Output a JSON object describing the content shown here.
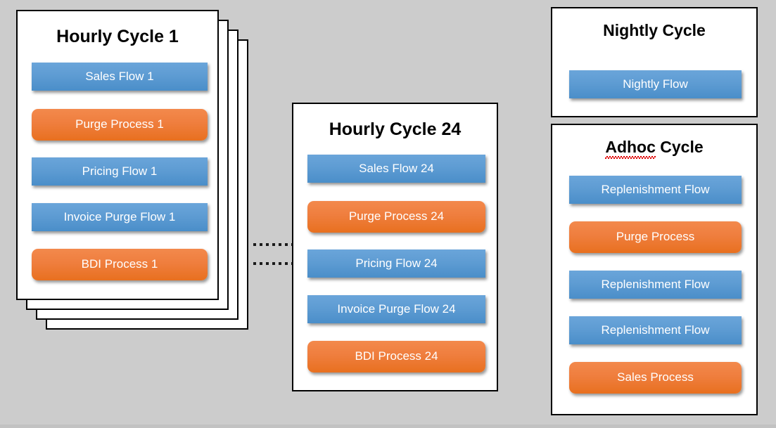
{
  "background_color": "#cccccc",
  "palette": {
    "blue_top": "#6aa5da",
    "blue_bottom": "#4a8ec9",
    "orange_top": "#f3894c",
    "orange_bottom": "#e8701f",
    "card_background": "#ffffff",
    "card_border": "#000000",
    "title_color": "#000000",
    "bar_text_color": "#ffffff",
    "spellcheck_underline": "#e00000",
    "connector_color": "#1b1b1b"
  },
  "cards": {
    "hourly_cycle_1": {
      "title": "Hourly Cycle 1",
      "stacked": true,
      "stack_layers": 4,
      "items": [
        {
          "label": "Sales Flow 1",
          "style": "blue"
        },
        {
          "label": "Purge Process 1",
          "style": "orange"
        },
        {
          "label": "Pricing Flow 1",
          "style": "blue"
        },
        {
          "label": "Invoice Purge Flow 1",
          "style": "blue"
        },
        {
          "label": "BDI Process 1",
          "style": "orange"
        }
      ]
    },
    "hourly_cycle_24": {
      "title": "Hourly Cycle 24",
      "stacked": false,
      "items": [
        {
          "label": "Sales Flow 24",
          "style": "blue"
        },
        {
          "label": "Purge Process 24",
          "style": "orange"
        },
        {
          "label": "Pricing Flow 24",
          "style": "blue"
        },
        {
          "label": "Invoice Purge Flow 24",
          "style": "blue"
        },
        {
          "label": "BDI Process 24",
          "style": "orange"
        }
      ]
    },
    "nightly_cycle": {
      "title": "Nightly Cycle",
      "stacked": false,
      "items": [
        {
          "label": "Nightly Flow",
          "style": "blue"
        }
      ]
    },
    "adhoc_cycle": {
      "title_misspelled_word": "Adhoc",
      "title_rest": " Cycle",
      "title": "Adhoc Cycle",
      "spellcheck_on_first_word": true,
      "stacked": false,
      "items": [
        {
          "label": "Replenishment Flow",
          "style": "blue"
        },
        {
          "label": "Purge Process",
          "style": "orange"
        },
        {
          "label": "Replenishment Flow",
          "style": "blue"
        },
        {
          "label": "Replenishment Flow",
          "style": "blue"
        },
        {
          "label": "Sales Process",
          "style": "orange"
        }
      ]
    }
  },
  "connectors": [
    {
      "name": "hourly-1-to-24-upper",
      "style": "dotted"
    },
    {
      "name": "hourly-1-to-24-lower",
      "style": "dotted"
    }
  ]
}
